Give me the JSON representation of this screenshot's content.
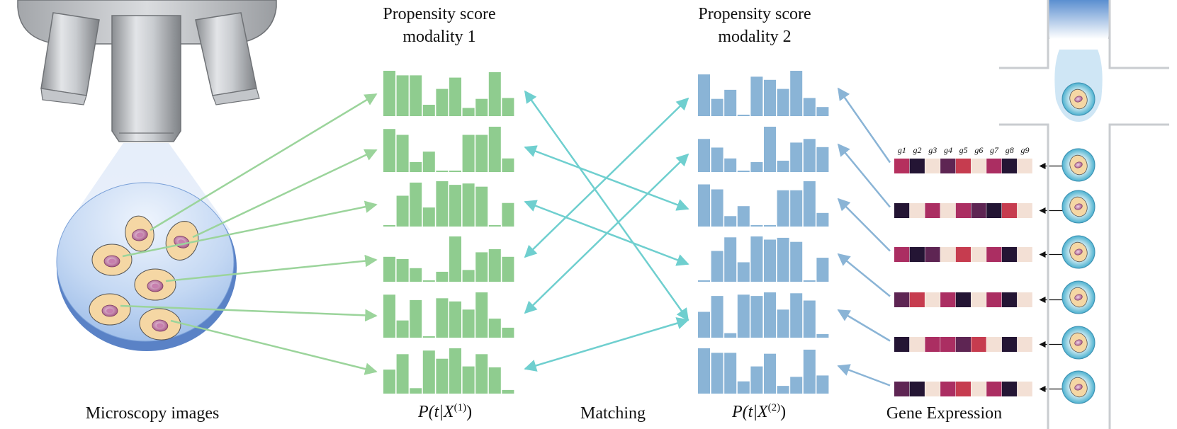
{
  "titles": {
    "modality1_line1": "Propensity score",
    "modality1_line2": "modality 1",
    "modality2_line1": "Propensity score",
    "modality2_line2": "modality 2"
  },
  "bottom_labels": {
    "microscopy": "Microscopy images",
    "p1_prefix": "P(t|X",
    "p1_sup": "(1)",
    "p1_suffix": ")",
    "matching": "Matching",
    "p2_prefix": "P(t|X",
    "p2_sup": "(2)",
    "p2_suffix": ")",
    "gene_expression": "Gene Expression"
  },
  "gene_labels": [
    "g1",
    "g2",
    "g3",
    "g4",
    "g5",
    "g6",
    "g7",
    "g8",
    "g9"
  ],
  "colors": {
    "green_bar": "#8fcc8f",
    "blue_bar": "#8ab4d6",
    "green_arrow": "#9bd49b",
    "teal_arrow": "#6fcfcf",
    "blue_arrow": "#8ab4d6"
  },
  "histograms_modality1": [
    [
      1.0,
      0.9,
      0.9,
      0.25,
      0.6,
      0.85,
      0.18,
      0.38,
      0.97,
      0.4
    ],
    [
      0.95,
      0.82,
      0.22,
      0.45,
      0.03,
      0.03,
      0.82,
      0.82,
      1.0,
      0.3
    ],
    [
      0.03,
      0.68,
      0.97,
      0.42,
      1.0,
      0.92,
      0.95,
      0.88,
      0.03,
      0.52
    ],
    [
      0.55,
      0.5,
      0.3,
      0.03,
      0.22,
      1.0,
      0.26,
      0.65,
      0.72,
      0.55
    ],
    [
      0.95,
      0.38,
      0.83,
      0.03,
      0.87,
      0.8,
      0.62,
      1.0,
      0.42,
      0.22
    ],
    [
      0.53,
      0.87,
      0.12,
      0.95,
      0.77,
      1.0,
      0.6,
      0.87,
      0.58,
      0.08
    ]
  ],
  "histograms_modality2": [
    [
      0.92,
      0.38,
      0.58,
      0.03,
      0.87,
      0.8,
      0.6,
      1.0,
      0.4,
      0.2
    ],
    [
      0.73,
      0.54,
      0.3,
      0.03,
      0.22,
      1.0,
      0.25,
      0.65,
      0.73,
      0.55
    ],
    [
      0.93,
      0.82,
      0.23,
      0.45,
      0.03,
      0.03,
      0.8,
      0.8,
      1.0,
      0.3
    ],
    [
      0.03,
      0.68,
      0.98,
      0.43,
      1.0,
      0.93,
      0.97,
      0.88,
      0.03,
      0.53
    ],
    [
      0.57,
      0.92,
      0.1,
      0.95,
      0.92,
      1.0,
      0.62,
      0.98,
      0.82,
      0.08
    ],
    [
      1.0,
      0.9,
      0.9,
      0.27,
      0.6,
      0.88,
      0.17,
      0.37,
      0.97,
      0.4
    ]
  ],
  "gene_rows": [
    [
      "#b5305e",
      "#241534",
      "#f3e0d5",
      "#5e2553",
      "#c63c4f",
      "#f3e0d5",
      "#ab2e62",
      "#241534",
      "#f3e0d5"
    ],
    [
      "#241534",
      "#f3e0d5",
      "#ab2e62",
      "#f3e0d5",
      "#ab2e62",
      "#5e2553",
      "#241534",
      "#c63c4f",
      "#f3e0d5"
    ],
    [
      "#ab2e62",
      "#241534",
      "#5e2553",
      "#f3e0d5",
      "#c63c4f",
      "#f3e0d5",
      "#ab2e62",
      "#241534",
      "#f3e0d5"
    ],
    [
      "#5e2553",
      "#c63c4f",
      "#f3e0d5",
      "#ab2e62",
      "#241534",
      "#f3e0d5",
      "#ab2e62",
      "#241534",
      "#f3e0d5"
    ],
    [
      "#241534",
      "#f3e0d5",
      "#ab2e62",
      "#ab2e62",
      "#5e2553",
      "#c63c4f",
      "#f3e0d5",
      "#241534",
      "#f3e0d5"
    ],
    [
      "#5e2553",
      "#241534",
      "#f3e0d5",
      "#ab2e62",
      "#c63c4f",
      "#f3e0d5",
      "#ab2e62",
      "#241534",
      "#f3e0d5"
    ]
  ],
  "matching_pairs": [
    [
      0,
      4
    ],
    [
      1,
      2
    ],
    [
      2,
      3
    ],
    [
      3,
      0
    ],
    [
      4,
      1
    ],
    [
      5,
      4
    ]
  ]
}
